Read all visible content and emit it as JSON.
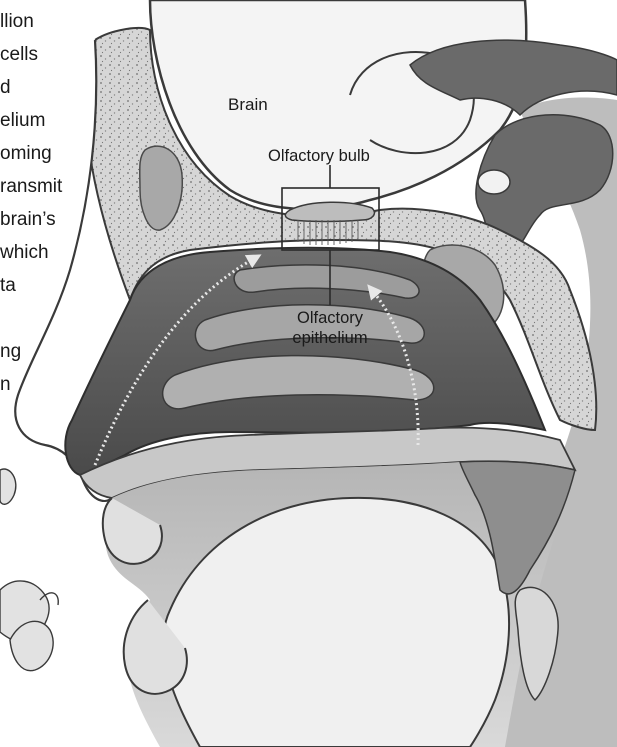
{
  "page_text": {
    "fragments": [
      "llion",
      "cells",
      "d",
      "elium",
      "oming",
      "ransmit",
      "brain’s",
      "which",
      "ta",
      "ng",
      "n"
    ]
  },
  "labels": {
    "brain": "Brain",
    "olfactory_bulb": "Olfactory bulb",
    "olfactory_epithelium_line1": "Olfactory",
    "olfactory_epithelium_line2": "epithelium"
  },
  "colors": {
    "ink": "#1a1a1a",
    "tissue_light": "#e6e6e6",
    "tissue_mid": "#a6a6a6",
    "cavity_dark": "#5c5c5c",
    "bone": "#d2d2d2"
  }
}
